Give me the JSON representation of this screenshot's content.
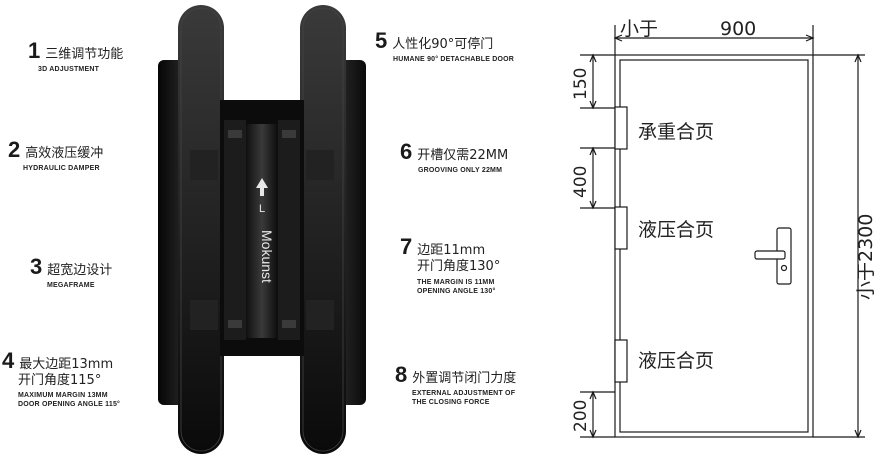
{
  "features": [
    {
      "num": "1",
      "zh": "三维调节功能",
      "zh2": "",
      "en": "3D ADJUSTMENT",
      "en2": ""
    },
    {
      "num": "2",
      "zh": "高效液压缓冲",
      "zh2": "",
      "en": "HYDRAULIC DAMPER",
      "en2": ""
    },
    {
      "num": "3",
      "zh": "超宽边设计",
      "zh2": "",
      "en": "MEGAFRAME",
      "en2": ""
    },
    {
      "num": "4",
      "zh": "最大边距13mm",
      "zh2": "开门角度115°",
      "en": "MAXIMUM MARGIN 13MM",
      "en2": "DOOR OPENING ANGLE 115°"
    },
    {
      "num": "5",
      "zh": "人性化90°可停门",
      "zh2": "",
      "en": "HUMANE 90° DETACHABLE DOOR",
      "en2": ""
    },
    {
      "num": "6",
      "zh": "开槽仅需22MM",
      "zh2": "",
      "en": "GROOVING ONLY 22MM",
      "en2": ""
    },
    {
      "num": "7",
      "zh": "边距11mm",
      "zh2": "开门角度130°",
      "en": "THE MARGIN IS 11MM",
      "en2": "OPENING ANGLE 130°"
    },
    {
      "num": "8",
      "zh": "外置调节闭门力度",
      "zh2": "",
      "en": "EXTERNAL ADJUSTMENT OF",
      "en2": "THE CLOSING FORCE"
    }
  ],
  "hinge": {
    "brand": "Mokunst",
    "direction_label": "L",
    "color": "#141414"
  },
  "door": {
    "width_label": "900",
    "width_prefix": "小于",
    "height_label": "小于2300",
    "dim_top": "150",
    "dim_mid": "400",
    "dim_bottom": "200",
    "hinge_labels": [
      "承重合页",
      "液压合页",
      "液压合页"
    ],
    "line_color": "#1a1a1a"
  }
}
